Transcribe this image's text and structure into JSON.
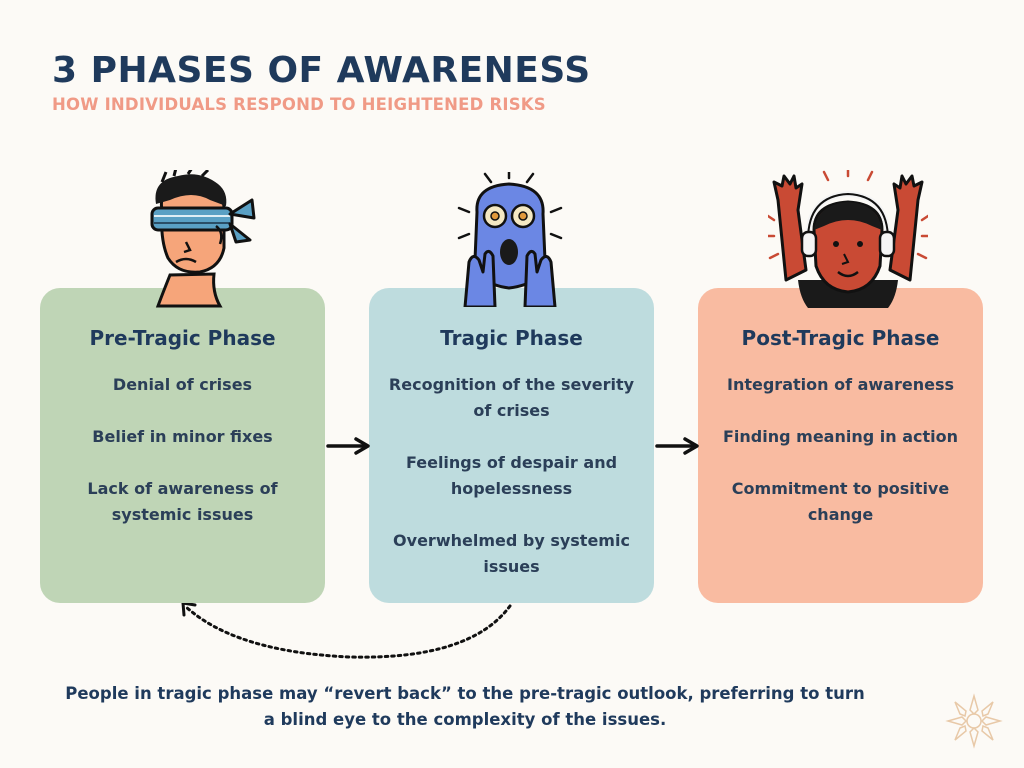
{
  "header": {
    "title": "3 PHASES OF AWARENESS",
    "subtitle": "HOW INDIVIDUALS RESPOND TO HEIGHTENED RISKS"
  },
  "phases": [
    {
      "title": "Pre-Tragic Phase",
      "color": "#bfd5b6",
      "icon": "blindfolded-person-icon",
      "points": [
        "Denial of crises",
        "Belief in minor fixes",
        "Lack of awareness of systemic issues"
      ]
    },
    {
      "title": "Tragic Phase",
      "color": "#bedcde",
      "icon": "shocked-face-icon",
      "points": [
        "Recognition of the severity of crises",
        "Feelings of despair and hopelessness",
        "Overwhelmed by systemic issues"
      ]
    },
    {
      "title": "Post-Tragic Phase",
      "color": "#f9bba1",
      "icon": "joyful-person-icon",
      "points": [
        "Integration of awareness",
        "Finding meaning in action",
        "Commitment to positive change"
      ]
    }
  ],
  "note": "People in tragic phase may “revert back” to the pre-tragic outlook, preferring to turn a blind eye to the complexity of the issues.",
  "colors": {
    "title": "#1f3a5c",
    "subtitle": "#f09a86",
    "background": "#fcfaf6"
  }
}
